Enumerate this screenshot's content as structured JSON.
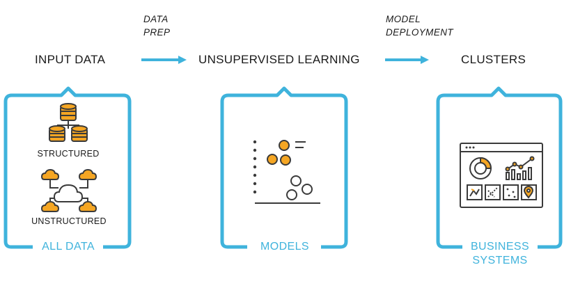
{
  "stages": {
    "input": "INPUT DATA",
    "unsupervised": "UNSUPERVISED LEARNING",
    "clusters": "CLUSTERS"
  },
  "steps": {
    "prep_line1": "DATA",
    "prep_line2": "PREP",
    "deploy_line1": "MODEL",
    "deploy_line2": "DEPLOYMENT"
  },
  "panels": {
    "all_data": "ALL DATA",
    "models": "MODELS",
    "business_line1": "BUSINESS",
    "business_line2": "SYSTEMS"
  },
  "inputs": {
    "structured": "STRUCTURED",
    "unstructured": "UNSTRUCTURED"
  },
  "colors": {
    "accent_blue": "#3fb3dc",
    "accent_orange": "#f5a623",
    "line_dark": "#3a3a3a"
  }
}
